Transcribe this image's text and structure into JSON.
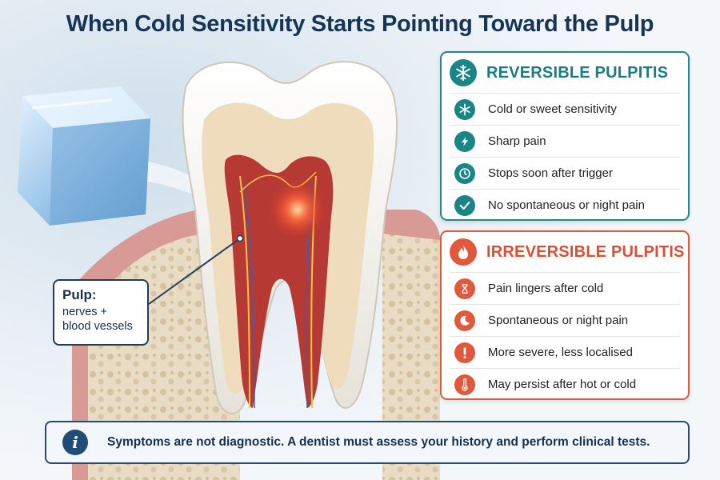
{
  "title": "When Cold Sensitivity Starts Pointing Toward the Pulp",
  "reversible": {
    "heading": "REVERSIBLE PULPITIS",
    "heading_icon": "snowflake-icon",
    "color": "#1a8586",
    "items": [
      {
        "text": "Cold or sweet sensitivity",
        "icon": "snowflake-icon"
      },
      {
        "text": "Sharp pain",
        "icon": "lightning-icon"
      },
      {
        "text": "Stops soon after trigger",
        "icon": "clock-icon"
      },
      {
        "text": "No spontaneous or night pain",
        "icon": "check-icon"
      }
    ]
  },
  "irreversible": {
    "heading": "IRREVERSIBLE PULPITIS",
    "heading_icon": "flame-icon",
    "color": "#e0593c",
    "items": [
      {
        "text": "Pain lingers after cold",
        "icon": "hourglass-icon"
      },
      {
        "text": "Spontaneous or night pain",
        "icon": "moon-icon"
      },
      {
        "text": "More severe, less localised",
        "icon": "exclamation-icon"
      },
      {
        "text": "May persist after hot or cold",
        "icon": "thermometer-icon"
      }
    ]
  },
  "pulp_label": {
    "title": "Pulp:",
    "line1": "nerves +",
    "line2": "blood vessels"
  },
  "notice": {
    "icon": "info-icon",
    "text": "Symptoms are not diagnostic. A dentist must assess your history and perform clinical tests."
  }
}
